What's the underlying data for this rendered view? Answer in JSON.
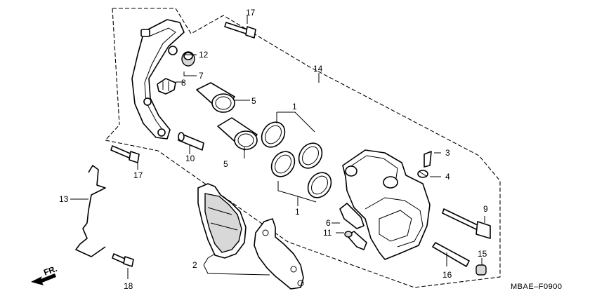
{
  "diagram_code": "MBAE–F0900",
  "direction_label": "FR.",
  "callouts": {
    "c1a": "1",
    "c1b": "1",
    "c2": "2",
    "c3": "3",
    "c4": "4",
    "c5a": "5",
    "c5b": "5",
    "c6": "6",
    "c7": "7",
    "c8": "8",
    "c9": "9",
    "c10": "10",
    "c11": "11",
    "c12": "12",
    "c13": "13",
    "c14": "14",
    "c15": "15",
    "c16": "16",
    "c17a": "17",
    "c17b": "17",
    "c18": "18"
  }
}
